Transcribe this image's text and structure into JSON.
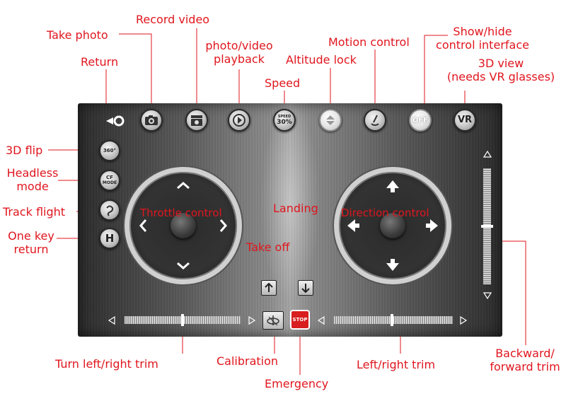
{
  "labels": {
    "take_photo": "Take photo",
    "record_video": "Record video",
    "playback": [
      "photo/video",
      "playback"
    ],
    "speed": "Speed",
    "altitude_lock": "Altitude lock",
    "motion_control": "Motion control",
    "show_hide": [
      "Show/hide",
      "control interface"
    ],
    "view_3d": [
      "3D view",
      "(needs VR glasses)"
    ],
    "return": "Return",
    "flip_3d": "3D flip",
    "headless": [
      "Headless",
      "mode"
    ],
    "track_flight": "Track flight",
    "one_key_return": [
      "One key",
      "return"
    ],
    "throttle_control": "Throttle control",
    "direction_control": "Direction control",
    "landing": "Landing",
    "take_off": "Take off",
    "turn_trim": "Turn left/right trim",
    "calibration": "Calibration",
    "emergency": "Emergency",
    "lr_trim": "Left/right trim",
    "bf_trim": [
      "Backward/",
      "forward trim"
    ]
  },
  "buttons": {
    "speed_top": "SPEED",
    "speed_value": "30%",
    "off": "OFF",
    "vr": "VR",
    "flip": "360°",
    "cf_top": "CF",
    "cf_bottom": "MODE",
    "h": "H",
    "stop": "STOP"
  },
  "colors": {
    "annotation": "#e0161e"
  }
}
